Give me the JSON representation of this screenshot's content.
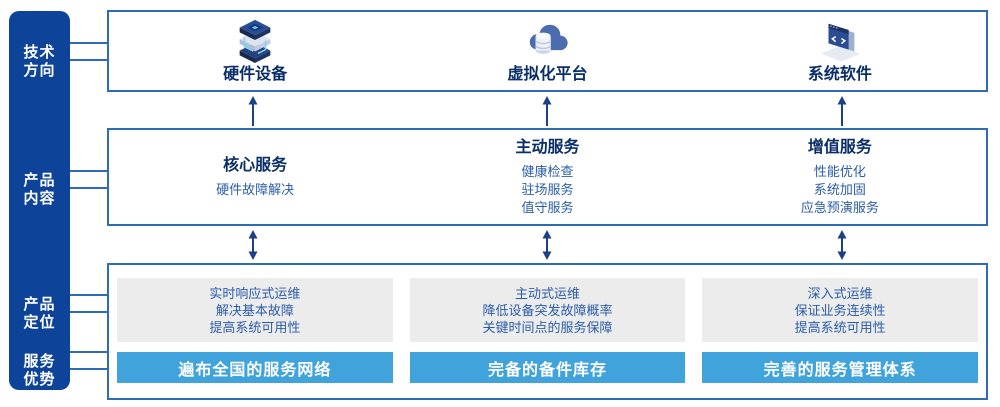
{
  "colors": {
    "sidebar_bg": "#0d4499",
    "box_border": "#2e6db6",
    "heading_navy": "#0a2e68",
    "body_blue": "#2b5daa",
    "banner_bg": "#41a3dc",
    "panel_gray": "#ececec",
    "arrow_navy": "#1c3f8a"
  },
  "sidebar": {
    "items": [
      {
        "line1": "技术",
        "line2": "方向"
      },
      {
        "line1": "产品",
        "line2": "内容"
      },
      {
        "line1": "产品",
        "line2": "定位"
      },
      {
        "line1": "服务",
        "line2": "优势"
      }
    ]
  },
  "tech_row": {
    "items": [
      {
        "icon": "server-stack-icon",
        "label": "硬件设备"
      },
      {
        "icon": "cloud-database-icon",
        "label": "虚拟化平台"
      },
      {
        "icon": "software-window-icon",
        "label": "系统软件"
      }
    ]
  },
  "content_row": {
    "groups": [
      {
        "title": "核心服务",
        "items": [
          "硬件故障解决"
        ]
      },
      {
        "title": "主动服务",
        "items": [
          "健康检查",
          "驻场服务",
          "值守服务"
        ]
      },
      {
        "title": "增值服务",
        "items": [
          "性能优化",
          "系统加固",
          "应急预演服务"
        ]
      }
    ]
  },
  "position_row": {
    "columns": [
      {
        "lines": [
          "实时响应式运维",
          "解决基本故障",
          "提高系统可用性"
        ],
        "banner": "遍布全国的服务网络"
      },
      {
        "lines": [
          "主动式运维",
          "降低设备突发故障概率",
          "关键时间点的服务保障"
        ],
        "banner": "完备的备件库存"
      },
      {
        "lines": [
          "深入式运维",
          "保证业务连续性",
          "提高系统可用性"
        ],
        "banner": "完善的服务管理体系"
      }
    ]
  }
}
